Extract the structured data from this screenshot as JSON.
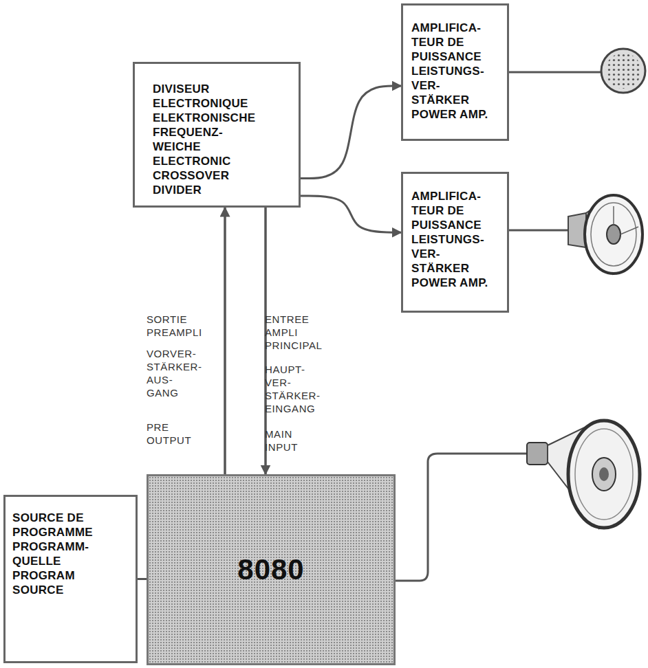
{
  "diagram": {
    "nodes": [
      {
        "text": [
          "AMPLIFICA- TEUR DE PUISSANCE",
          "LEISTUNGS- VER- STÄRKER",
          "POWER AMP."
        ]
      },
      {
        "text": [
          "DIVISEUR ELECTRONIQUE",
          "ELEKTRONISCHE FREQUENZ- WEICHE",
          "ELECTRONIC CROSSOVER DIVIDER"
        ]
      },
      {
        "text": [
          "AMPLIFICA- TEUR DE PUISSANCE",
          "LEISTUNGS- VER- STÄRKER",
          "POWER AMP."
        ]
      },
      {
        "text": [
          "SOURCE DE PROGRAMME",
          "PROGRAMM- QUELLE",
          "PROGRAM SOURCE"
        ]
      },
      {
        "text": [
          "8080"
        ]
      }
    ],
    "edges": [
      {
        "from": 1,
        "to": 0,
        "arrow": "to"
      },
      {
        "from": 1,
        "to": 2,
        "arrow": "to"
      },
      {
        "from": 4,
        "to": 1,
        "arrow": "to"
      },
      {
        "from": 1,
        "to": 4,
        "arrow": "to"
      },
      {
        "from": 3,
        "to": 4,
        "arrow": "none"
      }
    ],
    "labels": [
      "SORTIE PREAMPLI",
      "VORVER- STÄRKER- AUS- GANG",
      "PRE OUTPUT",
      "ENTREE AMPLI PRINCIPAL",
      "HAUPT- VER- STÄRKER- EINGANG",
      "MAIN INPUT"
    ]
  }
}
